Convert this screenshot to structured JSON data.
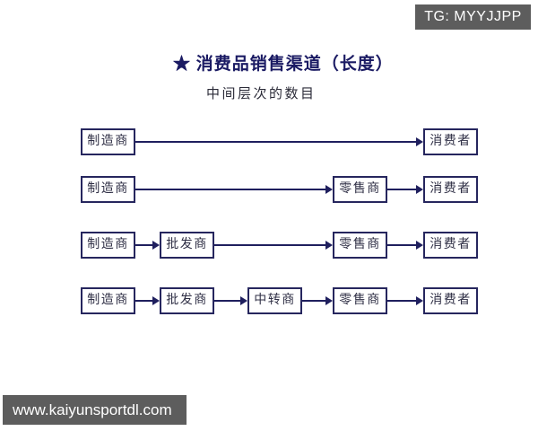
{
  "badge": {
    "label": "TG: MYYJJPP"
  },
  "header": {
    "title": "★ 消费品销售渠道（长度）",
    "subtitle": "中间层次的数目"
  },
  "watermark": {
    "label": "www.kaiyunsportdl.com"
  },
  "colors": {
    "title_navy": "#1a1a63",
    "box_border_navy": "#26265e",
    "arrow_navy": "#1f1f5e",
    "bar_gray": "#5d5d5d",
    "background": "#ffffff"
  },
  "diagram": {
    "description": "Consumer goods sales channels by number of intermediary levels",
    "rows": [
      {
        "nodes": [
          {
            "id": "manufacturer",
            "label": "制造商",
            "col": 0
          },
          {
            "id": "consumer",
            "label": "消费者",
            "col": 4
          }
        ]
      },
      {
        "nodes": [
          {
            "id": "manufacturer",
            "label": "制造商",
            "col": 0
          },
          {
            "id": "retailer",
            "label": "零售商",
            "col": 3
          },
          {
            "id": "consumer",
            "label": "消费者",
            "col": 4
          }
        ]
      },
      {
        "nodes": [
          {
            "id": "manufacturer",
            "label": "制造商",
            "col": 0
          },
          {
            "id": "wholesaler",
            "label": "批发商",
            "col": 1
          },
          {
            "id": "retailer",
            "label": "零售商",
            "col": 3
          },
          {
            "id": "consumer",
            "label": "消费者",
            "col": 4
          }
        ]
      },
      {
        "nodes": [
          {
            "id": "manufacturer",
            "label": "制造商",
            "col": 0
          },
          {
            "id": "wholesaler",
            "label": "批发商",
            "col": 1
          },
          {
            "id": "jobber",
            "label": "中转商",
            "col": 2
          },
          {
            "id": "retailer",
            "label": "零售商",
            "col": 3
          },
          {
            "id": "consumer",
            "label": "消费者",
            "col": 4
          }
        ]
      }
    ]
  }
}
